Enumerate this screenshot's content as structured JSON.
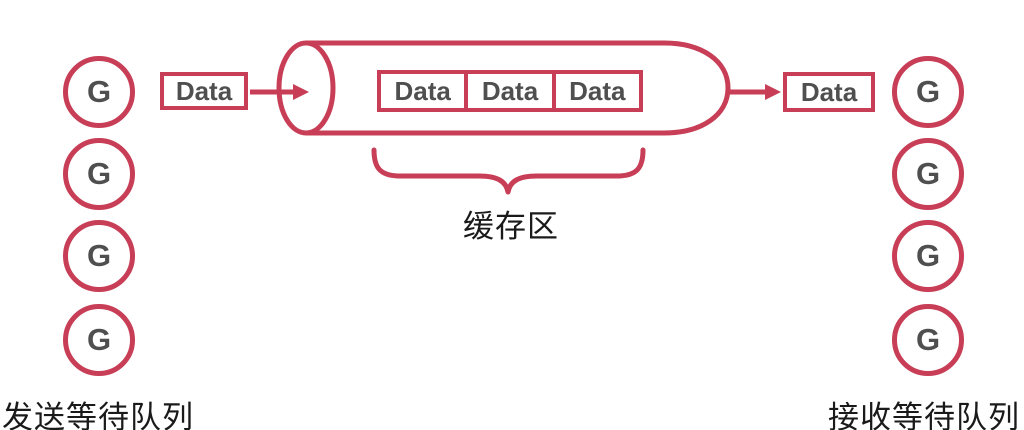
{
  "colors": {
    "accent": "#c73e56",
    "label_gray": "#4f4f4f",
    "text_black": "#1a1a1a",
    "background": "#ffffff"
  },
  "send_queue": {
    "label": "发送等待队列",
    "goroutines": [
      "G",
      "G",
      "G",
      "G"
    ]
  },
  "receive_queue": {
    "label": "接收等待队列",
    "goroutines": [
      "G",
      "G",
      "G",
      "G"
    ]
  },
  "incoming_data": {
    "label": "Data"
  },
  "outgoing_data": {
    "label": "Data"
  },
  "buffer": {
    "label": "缓存区",
    "slots": [
      "Data",
      "Data",
      "Data"
    ]
  }
}
